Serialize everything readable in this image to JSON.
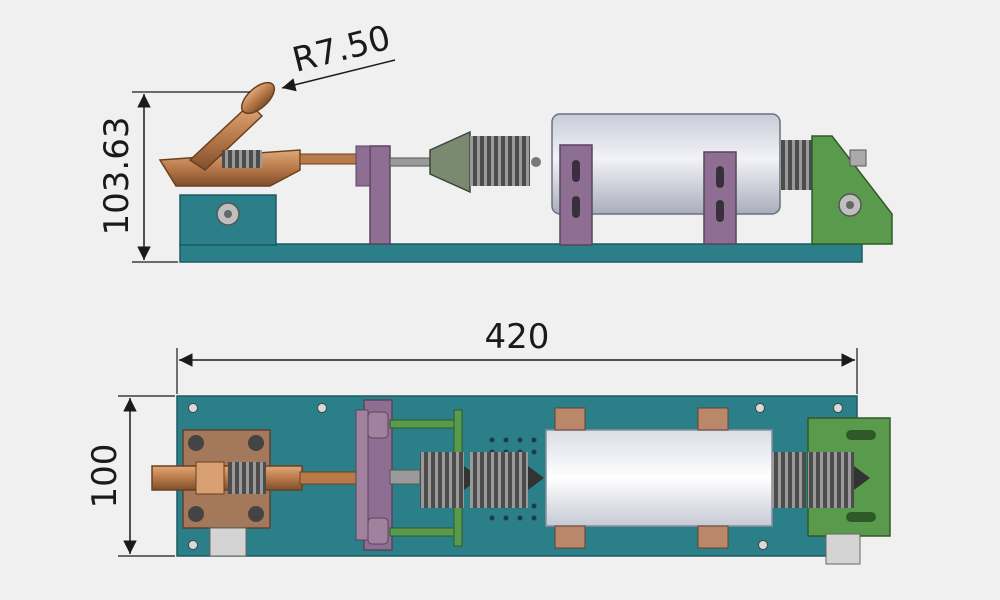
{
  "dimensions": {
    "radius": "R7.50",
    "side_height": "103.63",
    "top_length": "420",
    "top_width": "100"
  },
  "colors": {
    "background": "#f0f0f0",
    "base_plate": "#2a7f88",
    "brass": "#b97a4a",
    "bracket_purple": "#8e6f93",
    "bracket_green": "#5a9a4c",
    "cylinder": "#e4e6ec",
    "spring": "#6a6a6a",
    "dimension_line": "#1a1a1a"
  }
}
